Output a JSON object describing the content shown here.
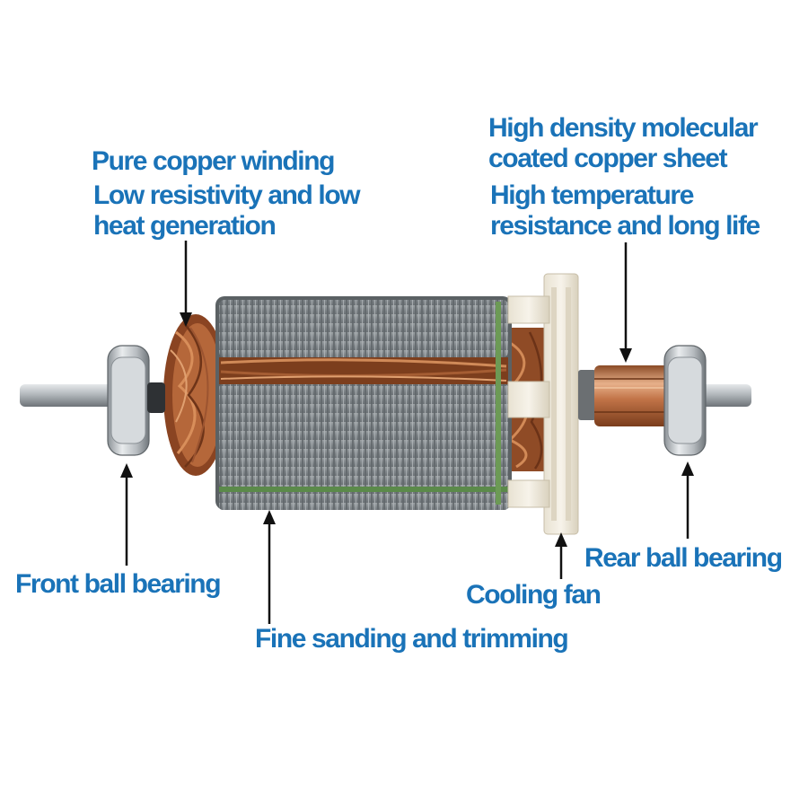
{
  "colors": {
    "label_text": "#1a73b8",
    "pointer_line": "#111111",
    "copper": "#b5673a",
    "lamination": "#8a8f92",
    "fan_plastic": "#efe9dc",
    "shaft_metal": "#a7adb2"
  },
  "labels": {
    "pure_copper_winding": "Pure copper winding",
    "low_resistivity_line1": "Low resistivity and low",
    "low_resistivity_line2": "heat generation",
    "high_density_line1": "High density molecular",
    "high_density_line2": "coated copper sheet",
    "high_temp_line1": "High temperature",
    "high_temp_line2": "resistance and long life",
    "front_ball_bearing": "Front ball bearing",
    "rear_ball_bearing": "Rear ball bearing",
    "cooling_fan": "Cooling fan",
    "fine_sanding": "Fine sanding and trimming"
  }
}
